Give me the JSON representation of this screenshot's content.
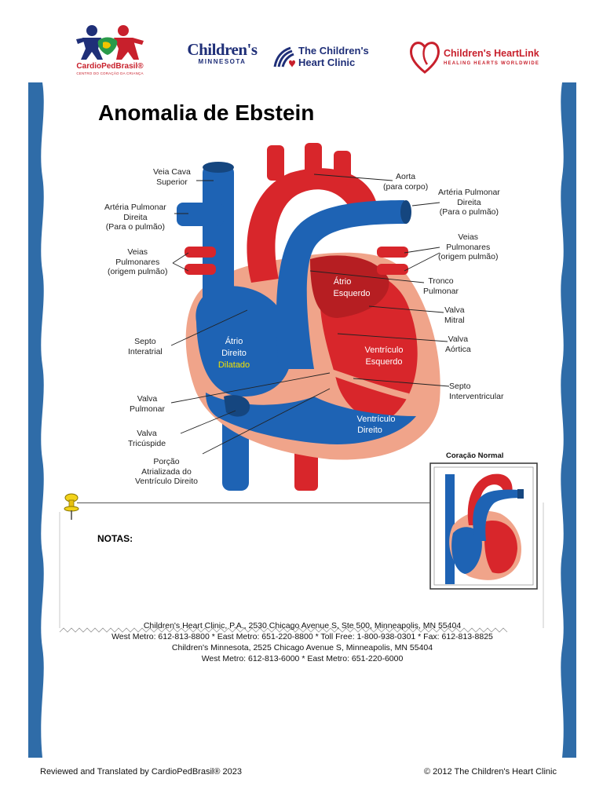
{
  "header": {
    "logo_cardiopedbrasil": {
      "name": "CardioPedBrasil®",
      "tagline": "CENTRO DO CORAÇÃO DA CRIANÇA"
    },
    "logo_childrens_minnesota": {
      "name": "Children's",
      "sub": "MINNESOTA"
    },
    "logo_childrens_heart_clinic": {
      "line1": "The Children's",
      "line2": "Heart Clinic"
    },
    "logo_heartlink": {
      "name": "Children's HeartLink",
      "tagline": "HEALING HEARTS WORLDWIDE"
    }
  },
  "title": "Anomalia de Ebstein",
  "diagram": {
    "labels": {
      "veia_cava_superior": [
        "Veia Cava",
        "Superior"
      ],
      "arteria_pulmonar_direita": [
        "Artéria Pulmonar",
        "Direita",
        "(Para o pulmão)"
      ],
      "veias_pulmonares_left": [
        "Veias",
        "Pulmonares",
        "(origem pulmão)"
      ],
      "septo_interatrial": [
        "Septo",
        "Interatrial"
      ],
      "valva_pulmonar": [
        "Valva",
        "Pulmonar"
      ],
      "valva_tricuspide": [
        "Valva",
        "Tricúspide"
      ],
      "porcao_atrializada": [
        "Porção",
        "Atrializada do",
        "Ventrículo Direito"
      ],
      "aorta": [
        "Aorta",
        "(para corpo)"
      ],
      "arteria_pulmonar_esquerda": [
        "Artéria Pulmonar",
        "Direita",
        "(Para o pulmão)"
      ],
      "veias_pulmonares_right": [
        "Veias",
        "Pulmonares",
        "(origem pulmão)"
      ],
      "tronco_pulmonar": [
        "Tronco",
        "Pulmonar"
      ],
      "valva_mitral": [
        "Valva",
        "Mitral"
      ],
      "valva_aortica": [
        "Valva",
        "Aórtica"
      ],
      "septo_interventricular": [
        "Septo",
        "Interventricular"
      ],
      "atrio_esquerdo": [
        "Átrio",
        "Esquerdo"
      ],
      "atrio_direito": [
        "Átrio",
        "Direito",
        "Dilatado"
      ],
      "ventriculo_esquerdo": [
        "Ventrículo",
        "Esquerdo"
      ],
      "ventriculo_direito": [
        "Ventrículo",
        "Direito"
      ]
    },
    "normal_heart_title": "Coração Normal"
  },
  "notes": {
    "label": "NOTAS:"
  },
  "contact": [
    "Children's Heart Clinic, P.A., 2530 Chicago Avenue S, Ste 500, Minneapolis, MN  55404",
    "West Metro: 612-813-8800 * East Metro: 651-220-8800 * Toll Free: 1-800-938-0301 * Fax: 612-813-8825",
    "Children's Minnesota, 2525 Chicago Avenue S, Minneapolis, MN 55404",
    "West Metro: 612-813-6000 * East Metro: 651-220-6000"
  ],
  "footer": {
    "left": "Reviewed and Translated by CardioPedBrasil® 2023",
    "right": "© 2012 The Children's Heart Clinic"
  },
  "colors": {
    "frame_blue": "#2f6ca8",
    "blood_red": "#d8262b",
    "blood_blue": "#1e63b4",
    "tissue_pink": "#f0a48a",
    "brand_navy": "#1f2f78",
    "brand_red": "#c8202c"
  }
}
